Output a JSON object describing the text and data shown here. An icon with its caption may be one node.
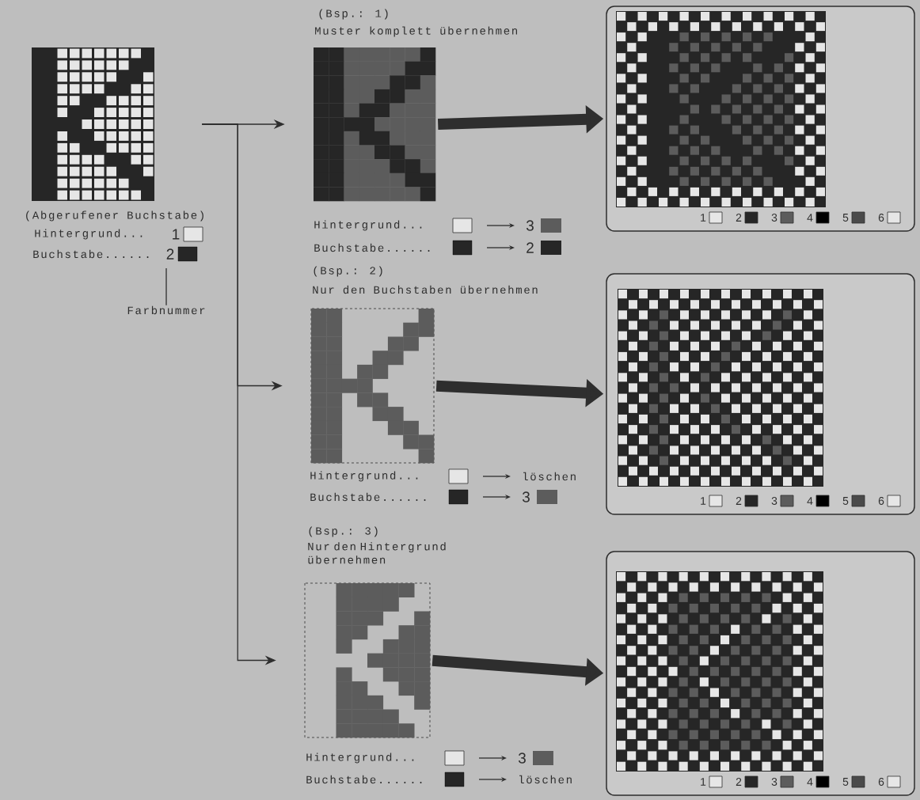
{
  "diagram": {
    "nodes": [
      {
        "text": [],
        "shape": "picture",
        "beside": [
          "(Abgerufener Buchstabe)"
        ]
      },
      {
        "text": [
          "(Bsp.: 1)",
          "Muster komplett übernehmen"
        ]
      },
      {
        "text": [
          "1",
          "2",
          "3",
          "4",
          "5",
          "6"
        ]
      },
      {
        "text": [
          "(Bsp.: 2)",
          "Nur den Buchstaben übernehmen"
        ]
      },
      {
        "text": [
          "1",
          "2",
          "3",
          "4",
          "5",
          "6"
        ]
      },
      {
        "text": [
          "(Bsp.: 3)",
          "Nur den Hintergrund übernehmen"
        ]
      },
      {
        "text": [
          "1",
          "2",
          "3",
          "4",
          "5",
          "6"
        ]
      },
      {
        "text": [
          "Farbnummer"
        ]
      }
    ],
    "edges": [
      {
        "from": 0,
        "to": 1,
        "arrow": "to"
      },
      {
        "from": 0,
        "to": 3,
        "arrow": "to"
      },
      {
        "from": 0,
        "to": 5,
        "arrow": "to"
      },
      {
        "from": 1,
        "to": 2,
        "arrow": "to",
        "style": "thick"
      },
      {
        "from": 3,
        "to": 4,
        "arrow": "to",
        "style": "thick"
      },
      {
        "from": 5,
        "to": 6,
        "arrow": "to",
        "style": "thick"
      },
      {
        "from": 7,
        "to": null,
        "arrow": "none"
      }
    ],
    "labels": [
      "Hintergrund...",
      "1",
      "Buchstabe......",
      "2",
      "Hintergrund...",
      "3",
      "Buchstabe......",
      "2",
      "Hintergrund...",
      "löschen",
      "Buchstabe......",
      "3",
      "Hintergrund...",
      "3",
      "Buchstabe......",
      "löschen"
    ]
  }
}
